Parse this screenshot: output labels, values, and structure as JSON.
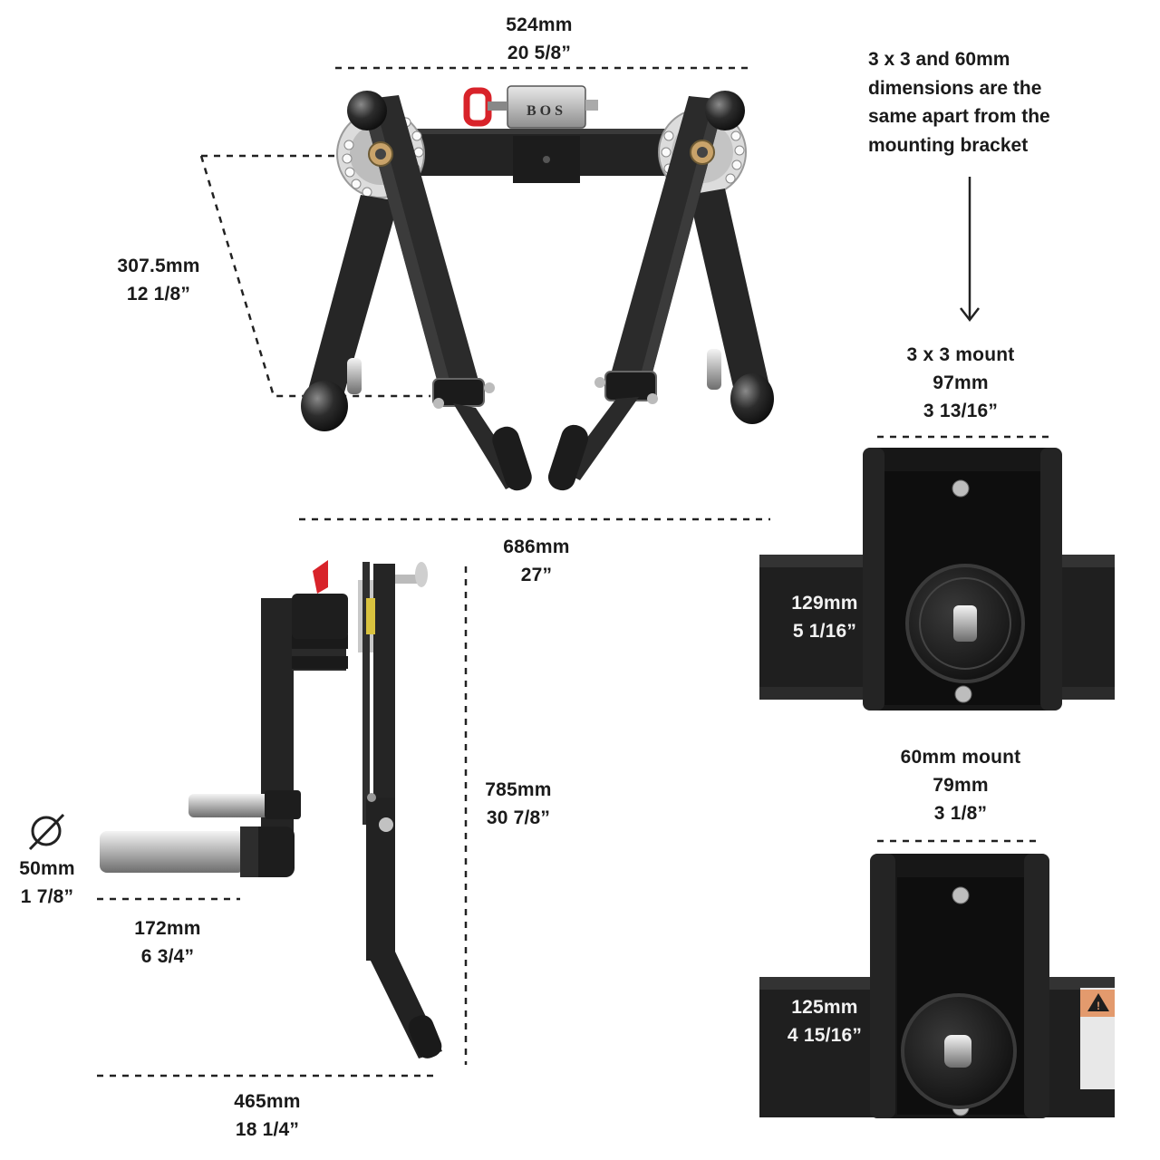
{
  "accent": "#d8232a",
  "frame": "#1e1e1e",
  "dimensions": {
    "top_width": {
      "mm": "524mm",
      "inch": "20 5/8”"
    },
    "arm_reach": {
      "mm": "307.5mm",
      "inch": "12 1/8”"
    },
    "total_width": {
      "mm": "686mm",
      "inch": "27”"
    },
    "height": {
      "mm": "785mm",
      "inch": "30 7/8”"
    },
    "sleeve_length": {
      "mm": "172mm",
      "inch": "6 3/4”"
    },
    "depth": {
      "mm": "465mm",
      "inch": "18 1/4”"
    },
    "sleeve_diameter": {
      "mm": "50mm",
      "inch": "1 7/8”",
      "icon": "diameter-icon"
    }
  },
  "note": {
    "lines": [
      "3 x 3 and 60mm",
      "dimensions are the",
      "same apart from the",
      "mounting bracket"
    ],
    "icon": "arrow-down-icon"
  },
  "mount_3x3": {
    "title": "3 x 3 mount",
    "width": {
      "mm": "97mm",
      "inch": "3 13/16”"
    },
    "height": {
      "mm": "129mm",
      "inch": "5 1/16”"
    }
  },
  "mount_60mm": {
    "title": "60mm mount",
    "width": {
      "mm": "79mm",
      "inch": "3 1/8”"
    },
    "height": {
      "mm": "125mm",
      "inch": "4 15/16”"
    }
  },
  "brand": {
    "plate": "BOS"
  }
}
